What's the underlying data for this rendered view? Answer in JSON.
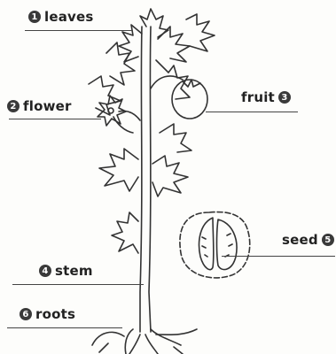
{
  "labels": [
    {
      "id": "leaves",
      "num": "1",
      "text": "leaves"
    },
    {
      "id": "flower",
      "num": "2",
      "text": "flower"
    },
    {
      "id": "fruit",
      "num": "3",
      "text": "fruit"
    },
    {
      "id": "stem",
      "num": "4",
      "text": "stem"
    },
    {
      "id": "seed",
      "num": "5",
      "text": "seed"
    },
    {
      "id": "roots",
      "num": "6",
      "text": "roots"
    }
  ],
  "colors": {
    "ink": "#3a3a3a",
    "paper": "#fdfdfb"
  }
}
